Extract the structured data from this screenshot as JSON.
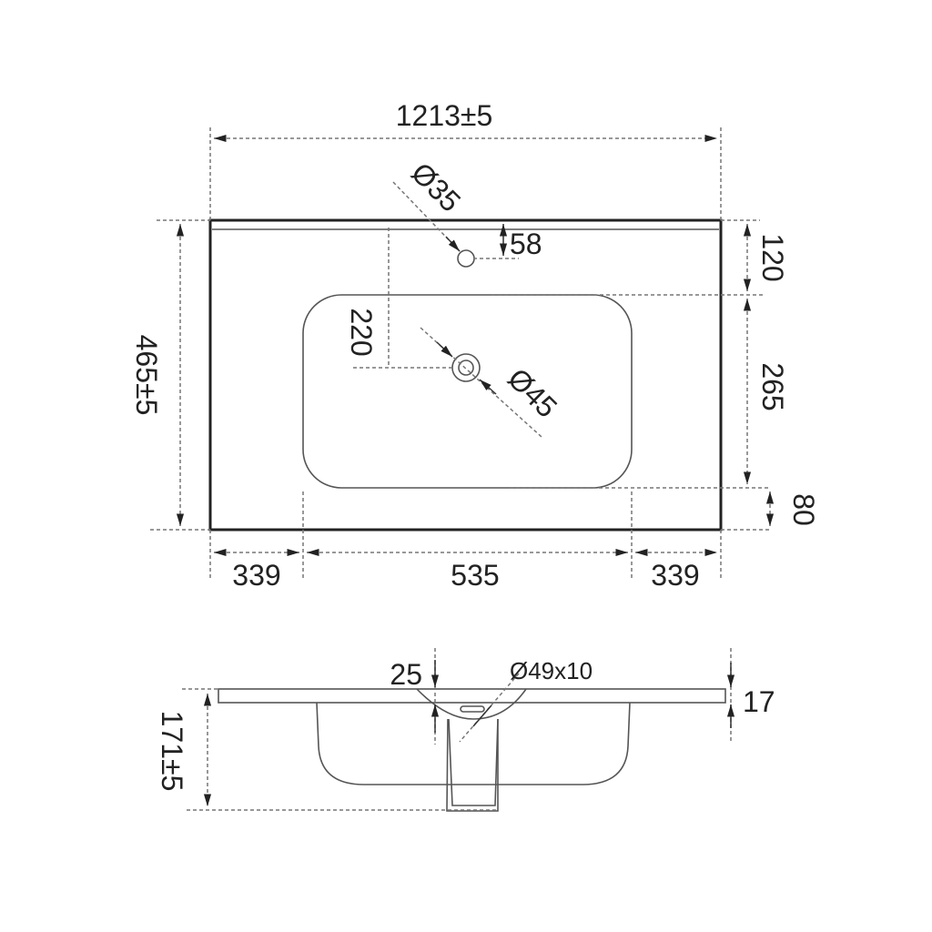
{
  "top_view": {
    "overall_width": "1213±5",
    "overall_depth": "465±5",
    "tap_hole_diameter": "Ø35",
    "tap_hole_offset": "58",
    "back_margin": "120",
    "basin_depth": "265",
    "front_margin": "80",
    "drain_offset": "220",
    "drain_diameter": "Ø45",
    "left_margin": "339",
    "basin_width": "535",
    "right_margin": "339"
  },
  "side_view": {
    "bowl_depth": "25",
    "overflow": "Ø49x10",
    "slab_thickness": "17",
    "total_height": "171±5"
  }
}
